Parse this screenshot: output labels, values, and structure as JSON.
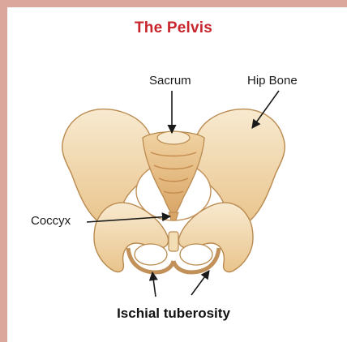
{
  "title": "The Pelvis",
  "labels": {
    "sacrum": "Sacrum",
    "hip_bone": "Hip Bone",
    "coccyx": "Coccyx",
    "ischial_tuberosity": "Ischial tuberosity"
  },
  "colors": {
    "border": "#dba79c",
    "title": "#c8262e",
    "bone_fill": "#f3ddb4",
    "bone_shadow": "#d9a86a",
    "bone_outline": "#b98a4f",
    "arrow": "#1a1a1a"
  }
}
